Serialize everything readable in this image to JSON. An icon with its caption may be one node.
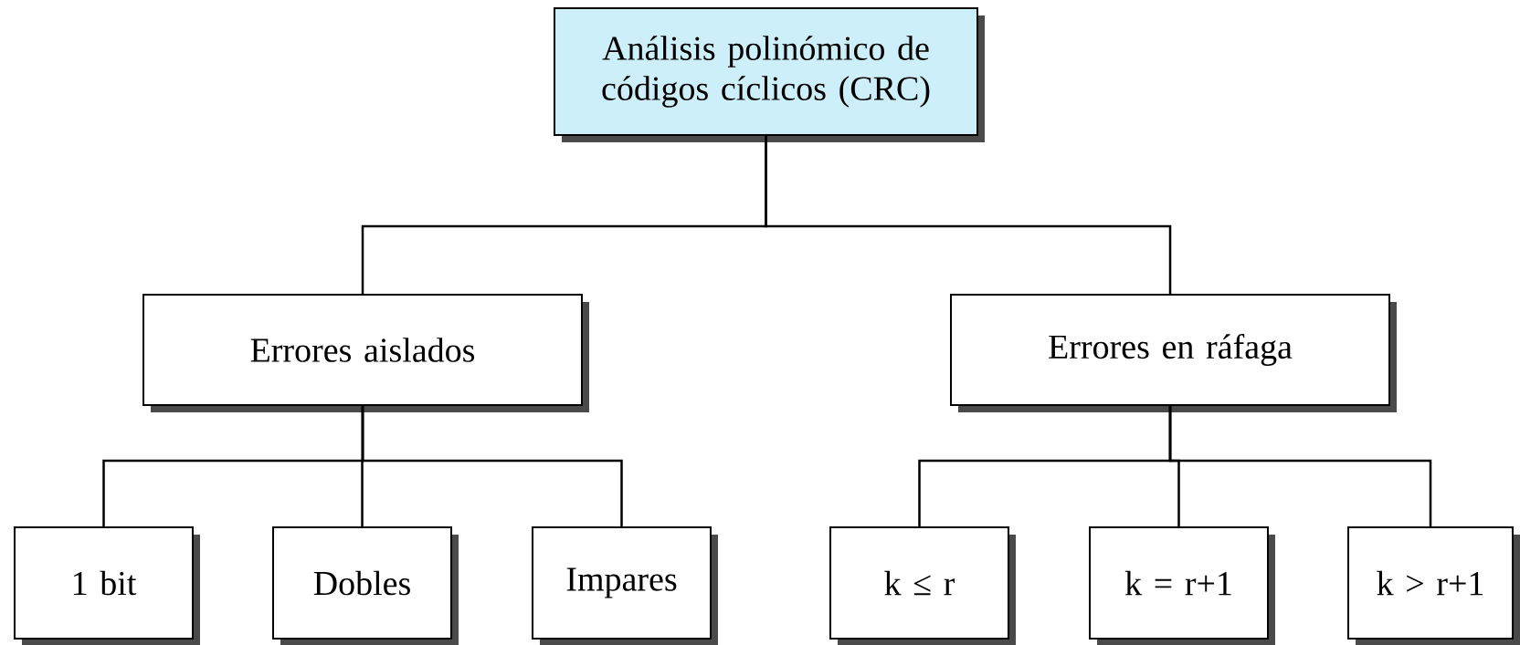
{
  "diagram": {
    "nodes": [
      {
        "text": [
          "Análisis polinómico de códigos cíclicos (CRC)"
        ]
      },
      {
        "text": [
          "Errores aislados"
        ]
      },
      {
        "text": [
          "Errores en ráfaga"
        ]
      },
      {
        "text": [
          "1 bit"
        ]
      },
      {
        "text": [
          "Dobles"
        ]
      },
      {
        "text": [
          "Impares"
        ]
      },
      {
        "text": [
          "k ≤ r"
        ]
      },
      {
        "text": [
          "k = r+1"
        ]
      },
      {
        "text": [
          "k > r+1"
        ]
      }
    ],
    "edges": [
      {
        "from": 0,
        "to": 1,
        "arrow": "none"
      },
      {
        "from": 0,
        "to": 2,
        "arrow": "none"
      },
      {
        "from": 1,
        "to": 3,
        "arrow": "none"
      },
      {
        "from": 1,
        "to": 4,
        "arrow": "none"
      },
      {
        "from": 1,
        "to": 5,
        "arrow": "none"
      },
      {
        "from": 2,
        "to": 6,
        "arrow": "none"
      },
      {
        "from": 2,
        "to": 7,
        "arrow": "none"
      },
      {
        "from": 2,
        "to": 8,
        "arrow": "none"
      }
    ]
  }
}
